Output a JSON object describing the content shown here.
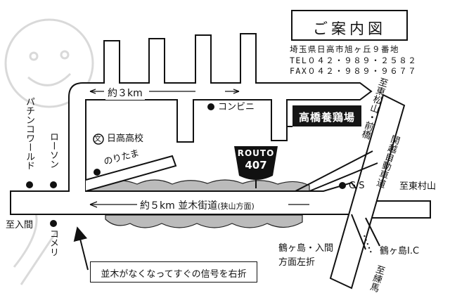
{
  "title": "ご案内図",
  "address": {
    "line1": "埼玉県日高市旭ヶ丘９番地",
    "tel": "TEL０４２・９８９・２５８２",
    "fax": "FAX０４２・９８９・９６７７"
  },
  "farm_name": "高橋養鶏場",
  "route_sign": {
    "label": "ROUTO",
    "number": "407"
  },
  "labels": {
    "distance_3km": "約３km",
    "main_road": "約５km 並木街道",
    "main_road_sub": "(狭山方面)",
    "convenience": "コンビニ",
    "school": "日高高校",
    "school_mark": "文",
    "noritama": "のりたま",
    "gs": "G S",
    "to_higashi_muroyama": "至東村山",
    "to_iruma": "至入間",
    "to_matsuyama": "至東松山・前橋",
    "to_nerima": "至練馬",
    "kanetsu": "関越自動車道",
    "tsurugashima_ic": "鶴ヶ島I.C",
    "tsurugashima_turn_1": "鶴ヶ島・入間",
    "tsurugashima_turn_2": "方面左折",
    "pachinko": "パチンコワールド",
    "lawson": "ローソン",
    "komeri": "コメリ"
  },
  "note": "並木がなくなってすぐの信号を右折",
  "colors": {
    "ink": "#111111",
    "paper": "#ffffff",
    "label_bg": "#151515"
  }
}
